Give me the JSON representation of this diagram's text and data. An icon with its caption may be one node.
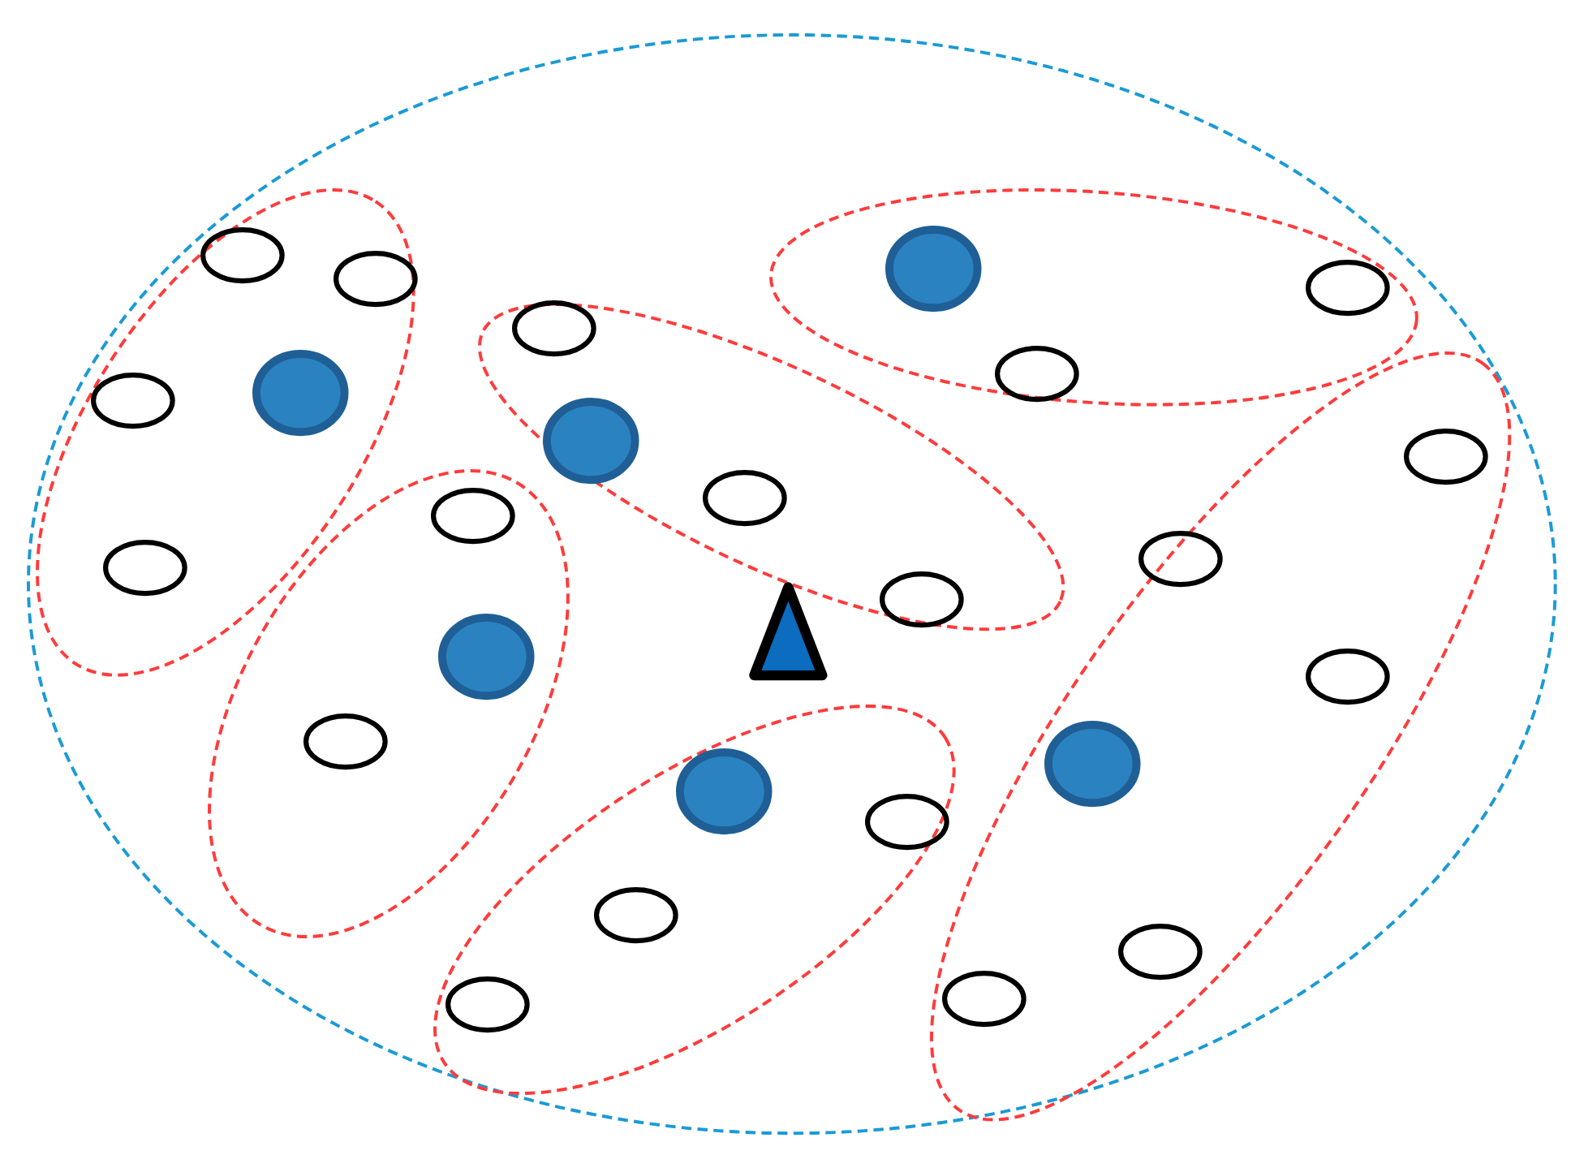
{
  "diagram": {
    "nodes": [
      {
        "text": [],
        "shape": "ellipse"
      },
      {
        "text": [],
        "shape": "ellipse",
        "in": 0
      },
      {
        "text": [],
        "shape": "ellipse",
        "in": 0
      },
      {
        "text": [],
        "shape": "ellipse",
        "in": 0
      },
      {
        "text": [],
        "shape": "ellipse",
        "in": 0
      },
      {
        "text": [],
        "shape": "ellipse",
        "in": 0
      },
      {
        "text": [],
        "shape": "ellipse",
        "in": 0
      },
      {
        "text": [],
        "shape": "circle",
        "in": 1
      },
      {
        "text": [],
        "shape": "circle",
        "in": 1
      },
      {
        "text": [],
        "shape": "circle",
        "in": 3
      },
      {
        "text": [],
        "shape": "circle",
        "in": 4
      },
      {
        "text": [],
        "shape": "circle",
        "in": 4
      },
      {
        "text": [],
        "shape": "circle",
        "in": 1
      },
      {
        "text": [],
        "shape": "circle",
        "in": 1
      },
      {
        "text": [],
        "shape": "circle",
        "in": 4
      },
      {
        "text": [],
        "shape": "circle",
        "in": 3
      },
      {
        "text": [],
        "shape": "circle",
        "in": 6
      },
      {
        "text": [],
        "shape": "circle",
        "in": 3
      },
      {
        "text": [],
        "shape": "circle",
        "in": 2
      },
      {
        "text": [],
        "shape": "circle",
        "in": 3
      },
      {
        "text": [],
        "shape": "circle",
        "in": 6
      },
      {
        "text": [],
        "shape": "circle",
        "in": 1
      },
      {
        "text": [],
        "shape": "triangle",
        "in": 0
      },
      {
        "text": [],
        "shape": "circle",
        "in": 2
      },
      {
        "text": [],
        "shape": "circle",
        "in": 6
      },
      {
        "text": [],
        "shape": "circle",
        "in": 2
      },
      {
        "text": [],
        "shape": "circle",
        "in": 5
      },
      {
        "text": [],
        "shape": "circle",
        "in": 6
      },
      {
        "text": [],
        "shape": "circle",
        "in": 5
      },
      {
        "text": [],
        "shape": "circle",
        "in": 5
      },
      {
        "text": [],
        "shape": "circle",
        "in": 6
      },
      {
        "text": [],
        "shape": "circle",
        "in": 6
      },
      {
        "text": [],
        "shape": "circle",
        "in": 5
      }
    ]
  }
}
